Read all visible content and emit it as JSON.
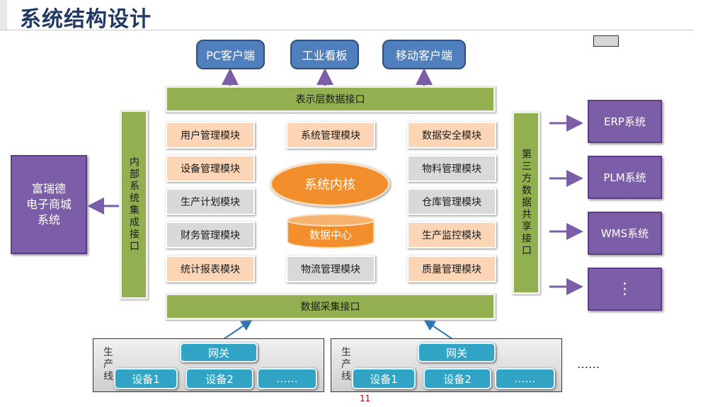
{
  "title": "系统结构设计",
  "clients": [
    "PC客户端",
    "工业看板",
    "移动客户端"
  ],
  "presentation_interface": "表示层数据接口",
  "internal_interface": "内部系统集成接口",
  "thirdparty_interface": "第三方数据共享接口",
  "collection_interface": "数据采集接口",
  "modules": {
    "left": [
      "用户管理模块",
      "设备管理模块",
      "生产计划模块",
      "财务管理模块",
      "统计报表模块"
    ],
    "center_top": "系统管理模块",
    "center_bottom": "物流管理模块",
    "right": [
      "数据安全模块",
      "物料管理模块",
      "仓库管理模块",
      "生产监控模块",
      "质量管理模块"
    ]
  },
  "kernel": "系统内核",
  "data_center": "数据中心",
  "mall": "富瑞德\n电子商城\n系统",
  "external_systems": [
    "ERP系统",
    "PLM系统",
    "WMS系统",
    "⋮"
  ],
  "production_lines": [
    {
      "label": "生产线",
      "gateway": "网关",
      "devices": [
        "设备1",
        "设备2",
        "……"
      ]
    },
    {
      "label": "生产线",
      "gateway": "网关",
      "devices": [
        "设备1",
        "设备2",
        "……"
      ]
    }
  ],
  "more_lines": "……",
  "page_number": "11",
  "colors": {
    "title": "#1f3864",
    "client": "#4f7fbd",
    "interface": "#92b050",
    "module_orange": "#fbd5b5",
    "module_gray": "#d9d9d9",
    "kernel": "#f28e2b",
    "external": "#7b5ea7",
    "device": "#31a3c4"
  }
}
